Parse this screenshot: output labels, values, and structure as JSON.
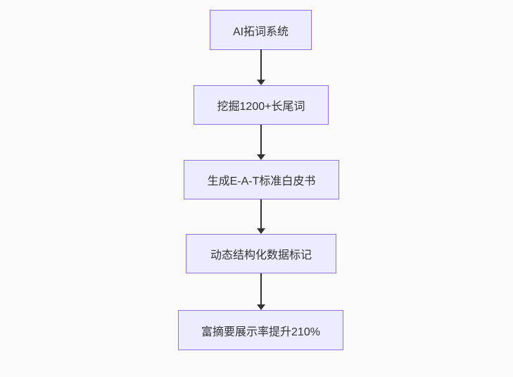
{
  "diagram": {
    "type": "flowchart",
    "direction": "top-down",
    "nodes": [
      {
        "label": "AI拓词系统"
      },
      {
        "label": "挖掘1200+长尾词"
      },
      {
        "label": "生成E-A-T标准白皮书"
      },
      {
        "label": "动态结构化数据标记"
      },
      {
        "label": "富摘要展示率提升210%"
      }
    ],
    "edges": [
      {
        "from": 0,
        "to": 1
      },
      {
        "from": 1,
        "to": 2
      },
      {
        "from": 2,
        "to": 3
      },
      {
        "from": 3,
        "to": 4
      }
    ],
    "colors": {
      "background": "#fafafa",
      "node_fill": "#ececff",
      "node_border": "#9370db",
      "node_text": "#333333",
      "arrow": "#333333"
    }
  }
}
